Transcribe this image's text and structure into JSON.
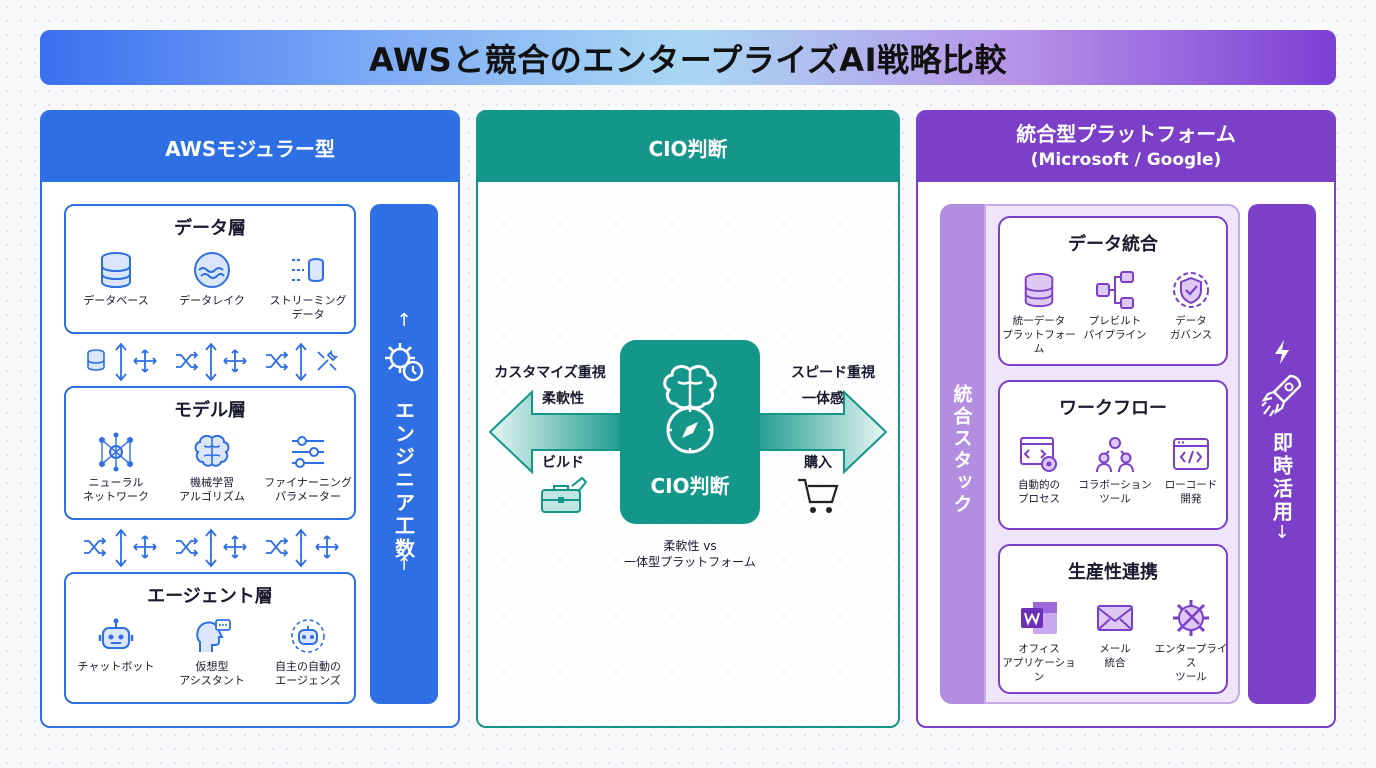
{
  "title": "AWSと競合のエンタープライズAI戦略比較",
  "aws": {
    "header": "AWSモジュラー型",
    "data_layer": {
      "title": "データ層",
      "items": [
        "データベース",
        "データレイク",
        "ストリーミング\nデータ"
      ]
    },
    "model_layer": {
      "title": "モデル層",
      "items": [
        "ニューラル\nネットワーク",
        "機械学習\nアルゴリズム",
        "ファイナーニング\nパラメーター"
      ]
    },
    "agent_layer": {
      "title": "エージェント層",
      "items": [
        "チャットボット",
        "仮想型\nアシスタント",
        "自主の自動の\nエージェンズ"
      ]
    },
    "side_label": "エンジニア工数",
    "arrow_up": "↑"
  },
  "cio": {
    "header": "CIO判断",
    "center_label": "CIO判断",
    "left_title": "カスタマイズ重視",
    "left_sub": "柔軟性",
    "left_action": "ビルド",
    "right_title": "スピード重視",
    "right_sub": "一体感",
    "right_action": "購入",
    "caption": "柔軟性 vs\n一体型プラットフォーム"
  },
  "integrated": {
    "header": "統合型プラットフォーム",
    "header_sub": "(Microsoft / Google)",
    "stack_label": "統合スタック",
    "data_card": {
      "title": "データ統合",
      "items": [
        "統一データ\nプラットフォーム",
        "プレビルト\nパイプライン",
        "データ\nガバンス"
      ]
    },
    "workflow_card": {
      "title": "ワークフロー",
      "items": [
        "自動的の\nプロセス",
        "コラボーション\nツール",
        "ローコード\n開発"
      ]
    },
    "productivity_card": {
      "title": "生産性連携",
      "items": [
        "オフィス\nアプリケーション",
        "メール\n統合",
        "エンタープライス\nツール"
      ]
    },
    "side_label": "即時活用",
    "arrow_down": "↓"
  },
  "colors": {
    "aws": "#2e6fe3",
    "cio": "#14968a",
    "integrated": "#7b3fc8"
  },
  "icons": [
    "database-icon",
    "lake-icon",
    "streaming-icon",
    "shuffle-icon",
    "move-icon",
    "wrench-icon",
    "network-icon",
    "brain-icon",
    "sliders-icon",
    "robot-icon",
    "assistant-icon",
    "agent-icon",
    "gear-clock-icon",
    "toolbox-icon",
    "cart-icon",
    "compass-brain-icon",
    "flowchart-icon",
    "shield-icon",
    "code-gear-icon",
    "people-icon",
    "code-window-icon",
    "office-icon",
    "mail-icon",
    "tools-gear-icon",
    "bolt-icon",
    "rocket-icon"
  ]
}
